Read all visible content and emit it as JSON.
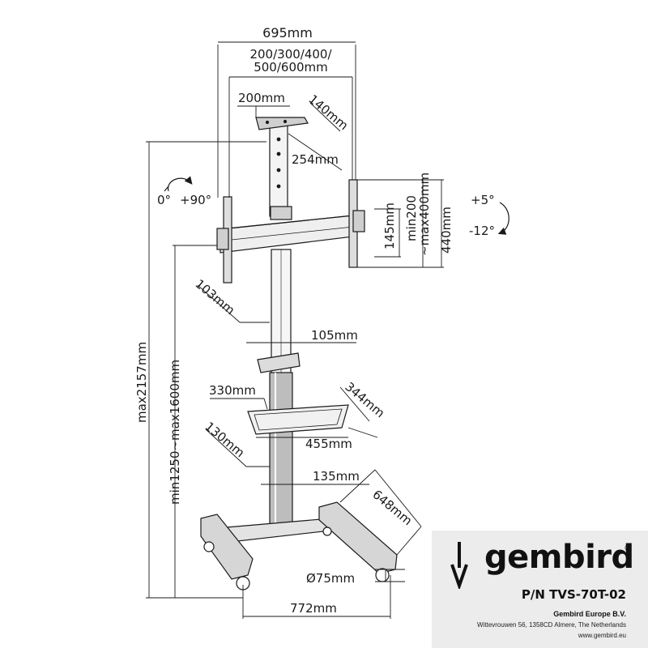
{
  "dimensions": {
    "total_width": "695mm",
    "vesa_widths_line1": "200/300/400/",
    "vesa_widths_line2": "500/600mm",
    "tray_width": "200mm",
    "tray_depth": "140mm",
    "tray_height": "254mm",
    "rotation_start": "0°",
    "rotation_end": "+90°",
    "bracket_height": "145mm",
    "vesa_height_line1": "min200",
    "vesa_height_line2": "~max400mm",
    "bracket_total_height": "440mm",
    "tilt_up": "+5°",
    "tilt_down": "-12°",
    "column_depth": "103mm",
    "column_width": "105mm",
    "max_height": "max2157mm",
    "height_range": "min1250~max1600mm",
    "shelf_width": "330mm",
    "shelf_depth": "344mm",
    "shelf_length": "455mm",
    "lower_column_depth": "130mm",
    "lower_column_width": "135mm",
    "base_depth": "648mm",
    "wheel_diameter": "Ø75mm",
    "base_width": "772mm"
  },
  "brand": {
    "name": "gembird",
    "registered": "®",
    "part_number": "P/N TVS-70T-02",
    "company": "Gembird Europe B.V.",
    "address": "Wittevrouwen 56, 1358CD Almere, The Netherlands",
    "website": "www.gembird.eu"
  },
  "colors": {
    "line": "#1a1a1a",
    "panel": "#ececec",
    "metal_light": "#e6e6e6",
    "metal_mid": "#bdbdbd"
  },
  "icons": [
    "rotation-arrow-icon",
    "tilt-arrow-icon",
    "brand-arrow-icon"
  ]
}
